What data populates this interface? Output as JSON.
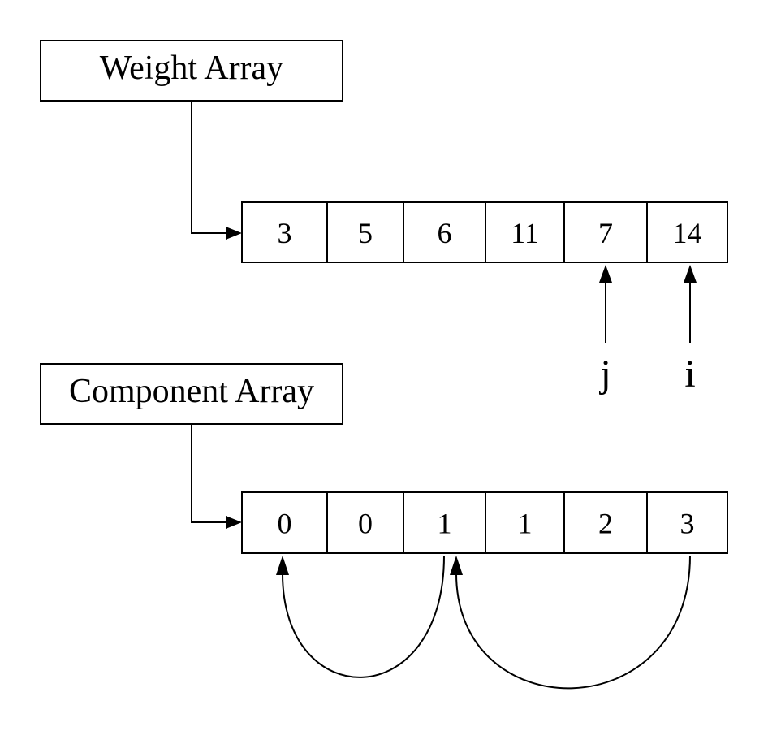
{
  "weight_array": {
    "label": "Weight Array",
    "values": [
      "3",
      "5",
      "6",
      "11",
      "7",
      "14"
    ]
  },
  "component_array": {
    "label": "Component Array",
    "values": [
      "0",
      "0",
      "1",
      "1",
      "2",
      "3"
    ]
  },
  "pointers": {
    "j": {
      "label": "j",
      "index": 4
    },
    "i": {
      "label": "i",
      "index": 5
    }
  },
  "links": [
    {
      "from": 2,
      "to": 0
    },
    {
      "from": 5,
      "to": 2
    }
  ]
}
